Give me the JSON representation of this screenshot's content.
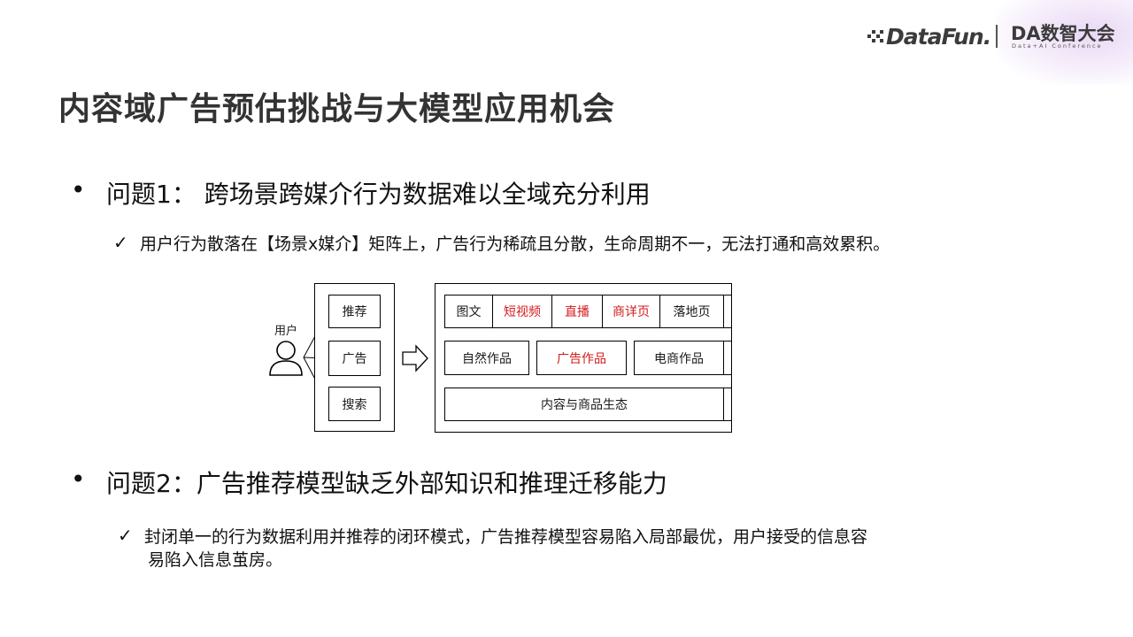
{
  "brand": {
    "datafun_logo": "DataFun.",
    "da_logo": "DA数智大会",
    "da_logo_sub": "Data+AI Conference"
  },
  "title": "内容域广告预估挑战与大模型应用机会",
  "issue1": {
    "bullet_symbol": "•",
    "heading": "问题1： 跨场景跨媒介行为数据难以全域充分利用",
    "check_symbol": "✓",
    "detail": "用户行为散落在【场景x媒介】矩阵上，广告行为稀疏且分散，生命周期不一，无法打通和高效累积。"
  },
  "diagram": {
    "user_label": "用户",
    "scenes": [
      "推荐",
      "广告",
      "搜索"
    ],
    "row1": [
      {
        "text": "图文",
        "highlight": false
      },
      {
        "text": "短视频",
        "highlight": true
      },
      {
        "text": "直播",
        "highlight": true
      },
      {
        "text": "商详页",
        "highlight": true
      },
      {
        "text": "落地页",
        "highlight": false
      }
    ],
    "row2": [
      {
        "text": "自然作品",
        "highlight": false
      },
      {
        "text": "广告作品",
        "highlight": true
      },
      {
        "text": "电商作品",
        "highlight": false
      }
    ],
    "row3": "内容与商品生态",
    "highlight_color": "#d41c1c"
  },
  "issue2": {
    "bullet_symbol": "•",
    "heading": "问题2：广告推荐模型缺乏外部知识和推理迁移能力",
    "check_symbol": "✓",
    "detail_line1": "封闭单一的行为数据利用并推荐的闭环模式，广告推荐模型容易陷入局部最优，用户接受的信息容",
    "detail_line2": "易陷入信息茧房。"
  }
}
